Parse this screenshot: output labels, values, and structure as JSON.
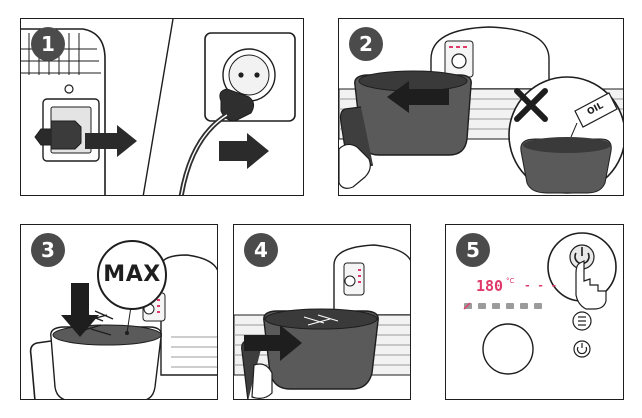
{
  "steps": [
    {
      "number": "1"
    },
    {
      "number": "2"
    },
    {
      "number": "3",
      "max_label": "MAX"
    },
    {
      "number": "4"
    },
    {
      "number": "5",
      "display": {
        "temperature": "180",
        "unit": "°C",
        "time": "- - -"
      }
    }
  ],
  "colors": {
    "badge": "#4b4b4b",
    "line": "#1e1e1e",
    "accent": "#e03a6a",
    "gray": "#9b9b9b"
  },
  "icons": [
    "plug-icon",
    "arrow-icon",
    "prohibited-icon",
    "oil-bottle-icon",
    "hand-icon",
    "power-icon",
    "menu-icon"
  ]
}
